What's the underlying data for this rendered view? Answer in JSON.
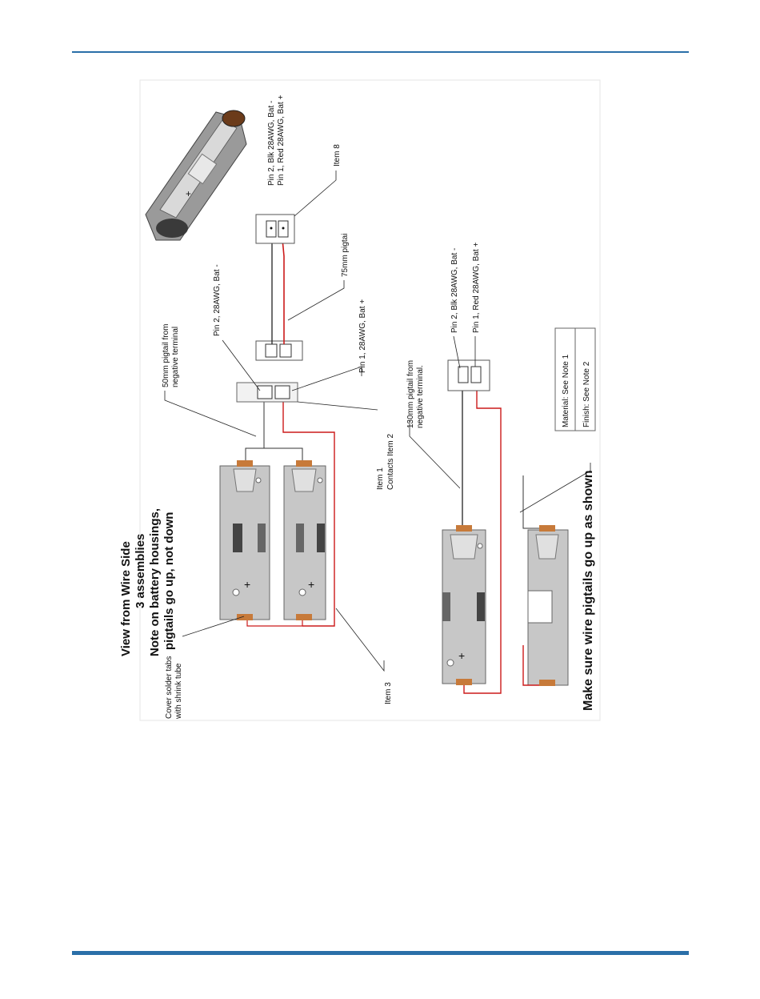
{
  "colors": {
    "rule": "#2a6fa8",
    "wire_red": "#cc1a1a",
    "wire_black": "#222222",
    "housing": "#c7c7c7",
    "tab": "#c77a3a"
  },
  "diagram": {
    "title_lines": [
      "View from Wire Side",
      "3 assemblies",
      "Note on battery housings,",
      "pigtails go up, not down"
    ],
    "labels": {
      "cover_tabs_1": "Cover solder tabs",
      "cover_tabs_2": "with shrink tube",
      "item3": "Item 3",
      "item1": "Item 1",
      "contacts_item2": "Contacts Item 2",
      "pigtail50_1": "50mm pigtail from",
      "pigtail50_2": "negative terminal",
      "pin2_28awg": "Pin 2, 28AWG, Bat -",
      "pin1_28awg": "Pin 1, 28AWG, Bat +",
      "pigtail75": "75mm pigtai",
      "pin2_blk_top": "Pin 2, Blk 28AWG, Bat -",
      "pin1_red_top": "Pin 1, Red 28AWG, Bat +",
      "item8": "Item 8",
      "pigtail130_1": "130mm pigtail from",
      "pigtail130_2": "negative terminal.",
      "pin2_blk_bottom": "Pin 2, Blk 28AWG, Bat -",
      "pin1_red_bottom": "Pin 1, Red 28AWG, Bat +",
      "material": "Material: See Note 1",
      "finish": "Finish: See Note 2",
      "make_sure": "Make sure wire pigtails go up as shown"
    }
  }
}
